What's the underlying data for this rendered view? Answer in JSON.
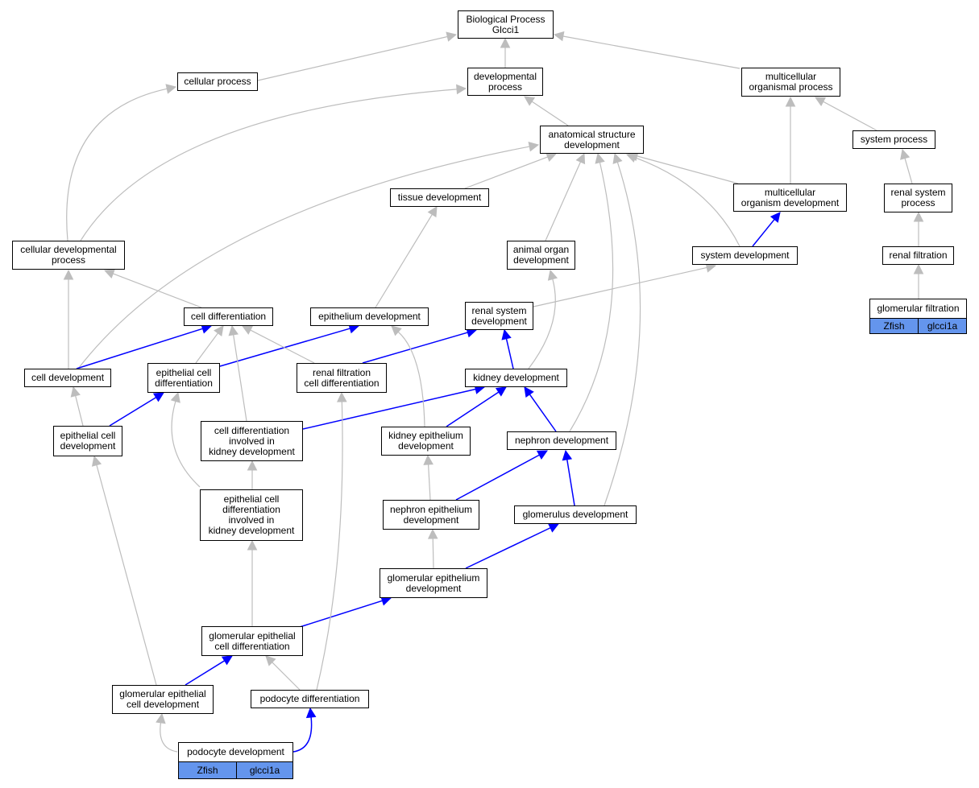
{
  "colors": {
    "is_a_edge": "#bdbdbd",
    "part_of_edge": "#0000ff",
    "annotation_fill": "#6495ed",
    "node_border": "#000000"
  },
  "nodes": {
    "bp": [
      "Biological Process",
      "Glcci1"
    ],
    "cellular_process": [
      "cellular process"
    ],
    "developmental_process": [
      "developmental",
      "process"
    ],
    "multicellular_organismal_process": [
      "multicellular",
      "organismal process"
    ],
    "anatomical_structure_development": [
      "anatomical structure",
      "development"
    ],
    "system_process": [
      "system process"
    ],
    "tissue_development": [
      "tissue development"
    ],
    "multicellular_organism_development": [
      "multicellular",
      "organism development"
    ],
    "renal_system_process": [
      "renal system",
      "process"
    ],
    "cellular_developmental_process": [
      "cellular developmental",
      "process"
    ],
    "animal_organ_development": [
      "animal organ",
      "development"
    ],
    "system_development": [
      "system development"
    ],
    "renal_filtration": [
      "renal filtration"
    ],
    "cell_differentiation": [
      "cell differentiation"
    ],
    "epithelium_development": [
      "epithelium development"
    ],
    "renal_system_development": [
      "renal system",
      "development"
    ],
    "glomerular_filtration": [
      "glomerular filtration"
    ],
    "cell_development": [
      "cell development"
    ],
    "epithelial_cell_differentiation": [
      "epithelial cell",
      "differentiation"
    ],
    "renal_filtration_cell_differentiation": [
      "renal filtration",
      "cell differentiation"
    ],
    "kidney_development": [
      "kidney development"
    ],
    "epithelial_cell_development": [
      "epithelial cell",
      "development"
    ],
    "cell_diff_kidney": [
      "cell differentiation",
      "involved in",
      "kidney development"
    ],
    "kidney_epithelium_development": [
      "kidney epithelium",
      "development"
    ],
    "nephron_development": [
      "nephron development"
    ],
    "epithelial_cell_diff_kidney": [
      "epithelial cell",
      "differentiation",
      "involved in",
      "kidney development"
    ],
    "nephron_epithelium_development": [
      "nephron epithelium",
      "development"
    ],
    "glomerulus_development": [
      "glomerulus development"
    ],
    "glomerular_epithelium_development": [
      "glomerular epithelium",
      "development"
    ],
    "glomerular_epithelial_cell_differentiation": [
      "glomerular epithelial",
      "cell differentiation"
    ],
    "glomerular_epithelial_cell_development": [
      "glomerular epithelial",
      "cell development"
    ],
    "podocyte_differentiation": [
      "podocyte differentiation"
    ],
    "podocyte_development": [
      "podocyte development"
    ]
  },
  "annotations": {
    "glomerular_filtration": [
      "Zfish",
      "glcci1a"
    ],
    "podocyte_development": [
      "Zfish",
      "glcci1a"
    ]
  },
  "edges": [
    {
      "from": "cellular_process",
      "to": "bp",
      "kind": "is_a"
    },
    {
      "from": "developmental_process",
      "to": "bp",
      "kind": "is_a"
    },
    {
      "from": "multicellular_organismal_process",
      "to": "bp",
      "kind": "is_a"
    },
    {
      "from": "anatomical_structure_development",
      "to": "developmental_process",
      "kind": "is_a"
    },
    {
      "from": "system_process",
      "to": "multicellular_organismal_process",
      "kind": "is_a"
    },
    {
      "from": "multicellular_organism_development",
      "to": "multicellular_organismal_process",
      "kind": "is_a"
    },
    {
      "from": "multicellular_organism_development",
      "to": "anatomical_structure_development",
      "kind": "is_a"
    },
    {
      "from": "tissue_development",
      "to": "anatomical_structure_development",
      "kind": "is_a"
    },
    {
      "from": "renal_system_process",
      "to": "system_process",
      "kind": "is_a"
    },
    {
      "from": "cellular_developmental_process",
      "to": "cellular_process",
      "kind": "is_a"
    },
    {
      "from": "cellular_developmental_process",
      "to": "developmental_process",
      "kind": "is_a"
    },
    {
      "from": "animal_organ_development",
      "to": "anatomical_structure_development",
      "kind": "is_a"
    },
    {
      "from": "system_development",
      "to": "anatomical_structure_development",
      "kind": "is_a"
    },
    {
      "from": "system_development",
      "to": "multicellular_organism_development",
      "kind": "part_of"
    },
    {
      "from": "renal_filtration",
      "to": "renal_system_process",
      "kind": "is_a"
    },
    {
      "from": "glomerular_filtration",
      "to": "renal_filtration",
      "kind": "is_a"
    },
    {
      "from": "cell_differentiation",
      "to": "cellular_developmental_process",
      "kind": "is_a"
    },
    {
      "from": "epithelium_development",
      "to": "tissue_development",
      "kind": "is_a"
    },
    {
      "from": "renal_system_development",
      "to": "system_development",
      "kind": "is_a"
    },
    {
      "from": "cell_development",
      "to": "cellular_developmental_process",
      "kind": "is_a"
    },
    {
      "from": "cell_development",
      "to": "anatomical_structure_development",
      "kind": "is_a"
    },
    {
      "from": "cell_development",
      "to": "cell_differentiation",
      "kind": "part_of"
    },
    {
      "from": "epithelial_cell_differentiation",
      "to": "cell_differentiation",
      "kind": "is_a"
    },
    {
      "from": "epithelial_cell_differentiation",
      "to": "epithelium_development",
      "kind": "part_of"
    },
    {
      "from": "renal_filtration_cell_differentiation",
      "to": "cell_differentiation",
      "kind": "is_a"
    },
    {
      "from": "renal_filtration_cell_differentiation",
      "to": "renal_system_development",
      "kind": "part_of"
    },
    {
      "from": "kidney_development",
      "to": "renal_system_development",
      "kind": "part_of"
    },
    {
      "from": "kidney_development",
      "to": "animal_organ_development",
      "kind": "is_a"
    },
    {
      "from": "epithelial_cell_development",
      "to": "cell_development",
      "kind": "is_a"
    },
    {
      "from": "epithelial_cell_development",
      "to": "epithelial_cell_differentiation",
      "kind": "part_of"
    },
    {
      "from": "cell_diff_kidney",
      "to": "cell_differentiation",
      "kind": "is_a"
    },
    {
      "from": "cell_diff_kidney",
      "to": "kidney_development",
      "kind": "part_of"
    },
    {
      "from": "kidney_epithelium_development",
      "to": "epithelium_development",
      "kind": "is_a"
    },
    {
      "from": "kidney_epithelium_development",
      "to": "kidney_development",
      "kind": "part_of"
    },
    {
      "from": "nephron_development",
      "to": "kidney_development",
      "kind": "part_of"
    },
    {
      "from": "nephron_development",
      "to": "anatomical_structure_development",
      "kind": "is_a"
    },
    {
      "from": "epithelial_cell_diff_kidney",
      "to": "cell_diff_kidney",
      "kind": "is_a"
    },
    {
      "from": "epithelial_cell_diff_kidney",
      "to": "epithelial_cell_differentiation",
      "kind": "is_a"
    },
    {
      "from": "nephron_epithelium_development",
      "to": "kidney_epithelium_development",
      "kind": "is_a"
    },
    {
      "from": "nephron_epithelium_development",
      "to": "nephron_development",
      "kind": "part_of"
    },
    {
      "from": "glomerulus_development",
      "to": "nephron_development",
      "kind": "part_of"
    },
    {
      "from": "glomerulus_development",
      "to": "anatomical_structure_development",
      "kind": "is_a"
    },
    {
      "from": "glomerular_epithelium_development",
      "to": "nephron_epithelium_development",
      "kind": "is_a"
    },
    {
      "from": "glomerular_epithelium_development",
      "to": "glomerulus_development",
      "kind": "part_of"
    },
    {
      "from": "glomerular_epithelial_cell_differentiation",
      "to": "epithelial_cell_diff_kidney",
      "kind": "is_a"
    },
    {
      "from": "glomerular_epithelial_cell_differentiation",
      "to": "glomerular_epithelium_development",
      "kind": "part_of"
    },
    {
      "from": "glomerular_epithelial_cell_development",
      "to": "epithelial_cell_development",
      "kind": "is_a"
    },
    {
      "from": "glomerular_epithelial_cell_development",
      "to": "glomerular_epithelial_cell_differentiation",
      "kind": "part_of"
    },
    {
      "from": "podocyte_differentiation",
      "to": "glomerular_epithelial_cell_differentiation",
      "kind": "is_a"
    },
    {
      "from": "podocyte_differentiation",
      "to": "renal_filtration_cell_differentiation",
      "kind": "is_a"
    },
    {
      "from": "podocyte_development",
      "to": "glomerular_epithelial_cell_development",
      "kind": "is_a"
    },
    {
      "from": "podocyte_development",
      "to": "podocyte_differentiation",
      "kind": "part_of"
    }
  ]
}
